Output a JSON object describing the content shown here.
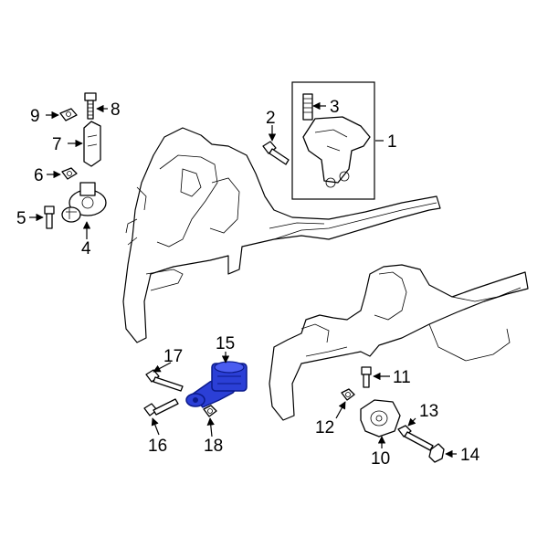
{
  "callouts": {
    "c1": "1",
    "c2": "2",
    "c3": "3",
    "c4": "4",
    "c5": "5",
    "c6": "6",
    "c7": "7",
    "c8": "8",
    "c9": "9",
    "c10": "10",
    "c11": "11",
    "c12": "12",
    "c13": "13",
    "c14": "14",
    "c15": "15",
    "c16": "16",
    "c17": "17",
    "c18": "18"
  },
  "colors": {
    "line": "#000000",
    "highlight": "#2b3fd6",
    "highlight_dark": "#0b1a8a",
    "background": "#ffffff"
  },
  "highlighted_part": "15"
}
